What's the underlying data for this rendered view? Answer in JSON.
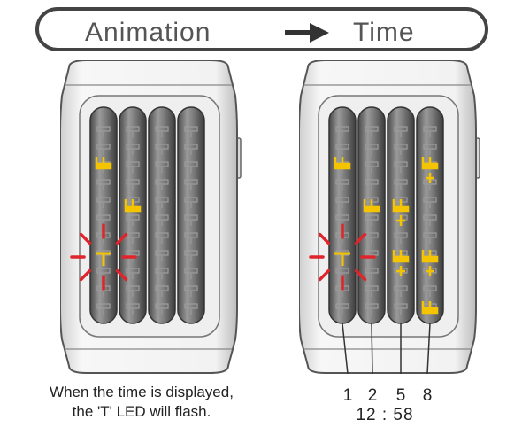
{
  "banner": {
    "left_label": "Animation",
    "right_label": "Time"
  },
  "caption": {
    "line1": "When the time is displayed,",
    "line2": "the 'T' LED will flash."
  },
  "time_readout": {
    "digits": [
      "1",
      "2",
      "5",
      "8"
    ],
    "time": "12 : 58"
  },
  "colors": {
    "lit_led": "#f5c400",
    "flash": "#e0242b",
    "unlit_led": "#8a8a8a",
    "frame": "#444444"
  },
  "icons": [
    "arrow-right-icon",
    "flash-burst-icon"
  ]
}
